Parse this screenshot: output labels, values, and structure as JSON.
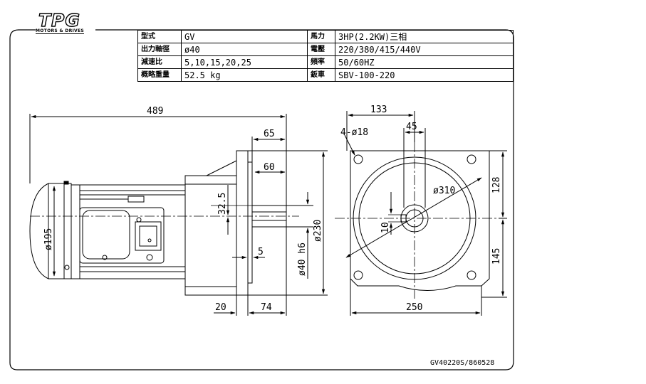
{
  "logo": {
    "brand": "TPG",
    "subtitle": "MOTORS & DRIVES"
  },
  "spec_table": {
    "rows": [
      {
        "k1": "型式",
        "v1": "GV",
        "k2": "馬力",
        "v2": "3HP(2.2KW)三相"
      },
      {
        "k1": "出力軸徑",
        "v1": "ø40",
        "k2": "電壓",
        "v2": "220/380/415/440V"
      },
      {
        "k1": "減速比",
        "v1": "5,10,15,20,25",
        "k2": "頻率",
        "v2": "50/60HZ"
      },
      {
        "k1": "概略重量",
        "v1": "52.5 kg",
        "k2": "鈑車",
        "v2": "SBV-100-220"
      }
    ]
  },
  "dimensions": {
    "overall_length": "489",
    "flange_to_end": "65",
    "shaft_length": "60",
    "shaft_offset": "32.5",
    "motor_dia": "ø195",
    "flange_dia": "ø230",
    "shaft_dia": "ø40 h6",
    "flange_thk": "5",
    "d20": "20",
    "d74": "74",
    "width_133": "133",
    "key_45": "45",
    "holes": "4-ø18",
    "pcd": "ø310",
    "key_10": "10",
    "h128": "128",
    "h145": "145",
    "w250": "250"
  },
  "drawing_code": "GV40220S/860528"
}
